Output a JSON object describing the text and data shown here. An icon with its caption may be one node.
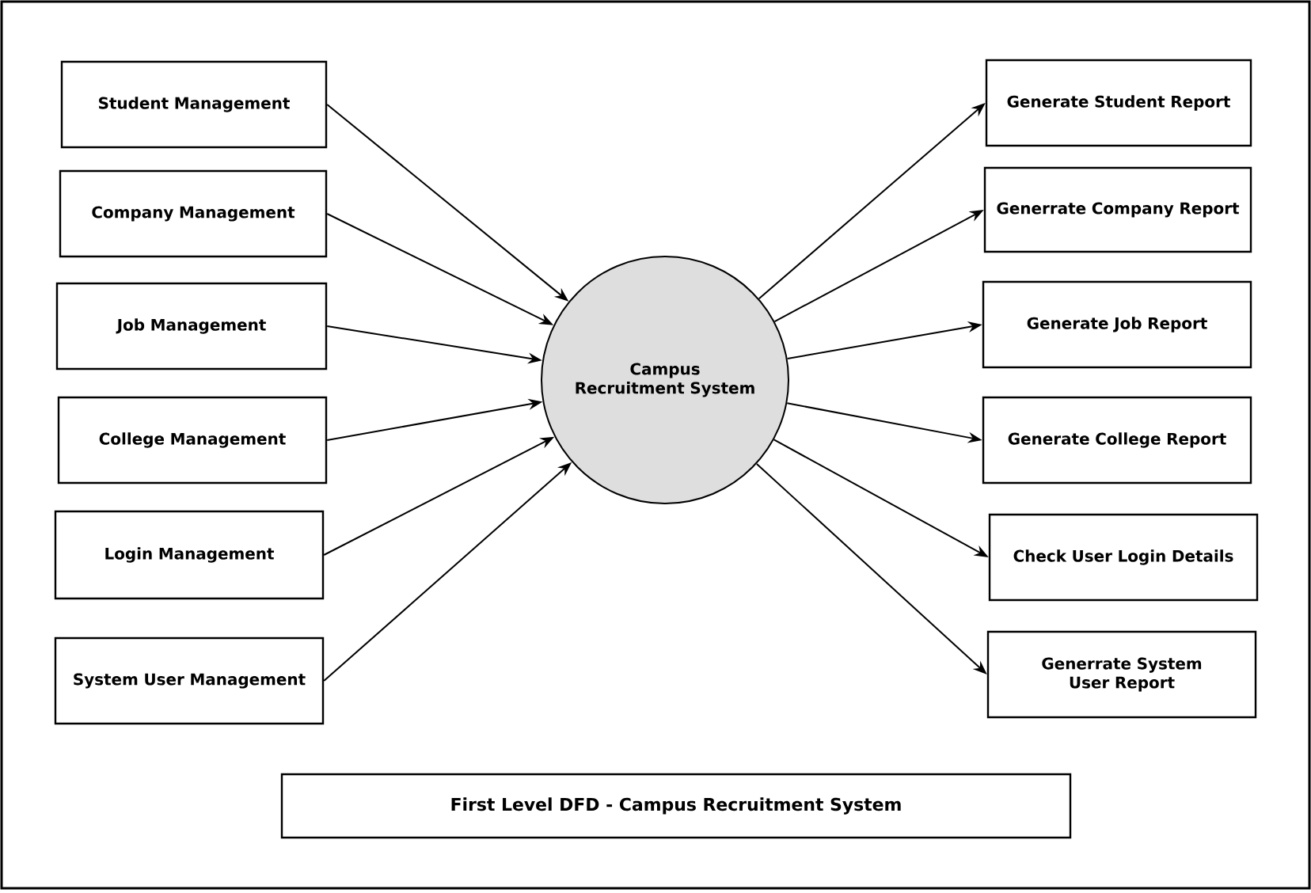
{
  "diagram": {
    "title": "First Level DFD - Campus Recruitment System",
    "nodes": [
      {
        "text": [
          "Campus Recruitment System"
        ]
      },
      {
        "text": [
          "Student Management"
        ]
      },
      {
        "text": [
          "Company Management"
        ]
      },
      {
        "text": [
          "Job Management"
        ]
      },
      {
        "text": [
          "College Management"
        ]
      },
      {
        "text": [
          "Login Management"
        ]
      },
      {
        "text": [
          "System User Management"
        ]
      },
      {
        "text": [
          "Generate Student Report"
        ]
      },
      {
        "text": [
          "Generrate Company Report"
        ]
      },
      {
        "text": [
          "Generate Job Report"
        ]
      },
      {
        "text": [
          "Generate College Report"
        ]
      },
      {
        "text": [
          "Check User Login Details"
        ]
      },
      {
        "text": [
          "Generrate System User Report"
        ]
      }
    ],
    "edges": [
      {
        "from": 1,
        "to": 0,
        "arrow": "to"
      },
      {
        "from": 2,
        "to": 0,
        "arrow": "to"
      },
      {
        "from": 3,
        "to": 0,
        "arrow": "to"
      },
      {
        "from": 4,
        "to": 0,
        "arrow": "to"
      },
      {
        "from": 5,
        "to": 0,
        "arrow": "to"
      },
      {
        "from": 6,
        "to": 0,
        "arrow": "to"
      },
      {
        "from": 0,
        "to": 7,
        "arrow": "to"
      },
      {
        "from": 0,
        "to": 8,
        "arrow": "to"
      },
      {
        "from": 0,
        "to": 9,
        "arrow": "to"
      },
      {
        "from": 0,
        "to": 10,
        "arrow": "to"
      },
      {
        "from": 0,
        "to": 11,
        "arrow": "to"
      },
      {
        "from": 0,
        "to": 12,
        "arrow": "to"
      }
    ]
  }
}
